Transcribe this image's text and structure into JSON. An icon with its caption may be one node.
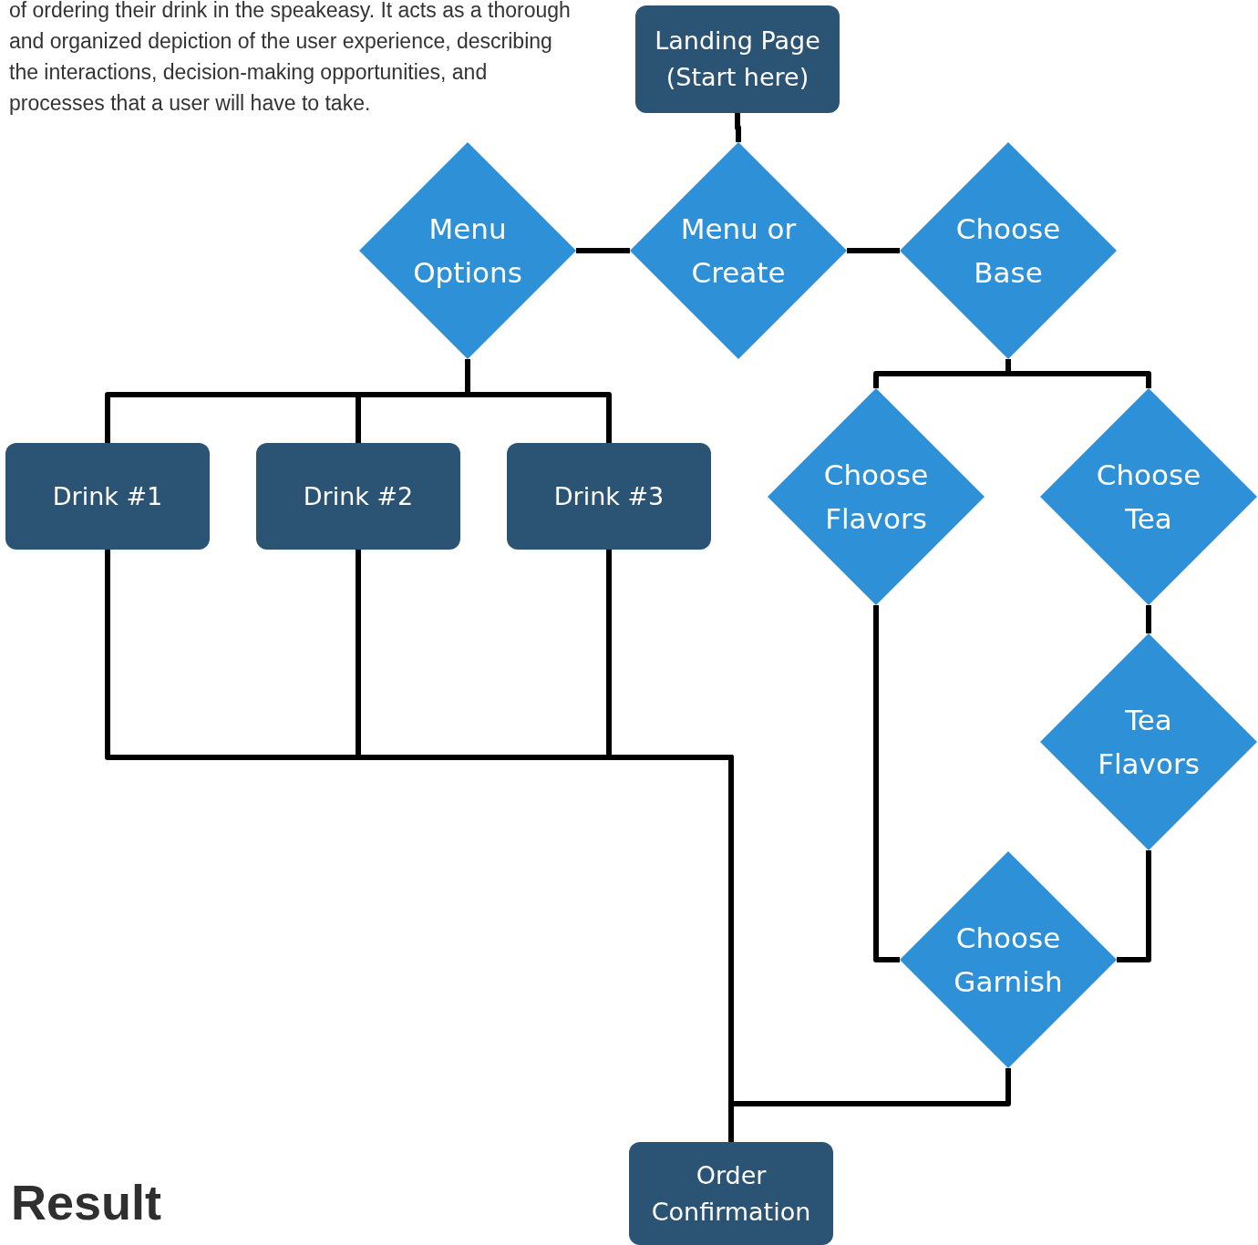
{
  "diagram": {
    "nodes": [
      {
        "text": [
          "Landing Page (Start here)"
        ]
      },
      {
        "text": [
          "Menu Options"
        ]
      },
      {
        "text": [
          "Menu or Create"
        ]
      },
      {
        "text": [
          "Choose Base"
        ]
      },
      {
        "text": [
          "Drink #1"
        ]
      },
      {
        "text": [
          "Drink #2"
        ]
      },
      {
        "text": [
          "Drink #3"
        ]
      },
      {
        "text": [
          "Choose Flavors"
        ]
      },
      {
        "text": [
          "Choose Tea"
        ]
      },
      {
        "text": [
          "Tea Flavors"
        ]
      },
      {
        "text": [
          "Choose Garnish"
        ]
      },
      {
        "text": [
          "Order Confirmation"
        ]
      }
    ],
    "edges": [
      {
        "from": 0,
        "to": 2,
        "arrow": "none"
      },
      {
        "from": 2,
        "to": 1,
        "arrow": "none"
      },
      {
        "from": 2,
        "to": 3,
        "arrow": "none"
      },
      {
        "from": 1,
        "to": 4,
        "arrow": "none"
      },
      {
        "from": 1,
        "to": 5,
        "arrow": "none"
      },
      {
        "from": 1,
        "to": 6,
        "arrow": "none"
      },
      {
        "from": 3,
        "to": 7,
        "arrow": "none"
      },
      {
        "from": 3,
        "to": 8,
        "arrow": "none"
      },
      {
        "from": 8,
        "to": 9,
        "arrow": "none"
      },
      {
        "from": 7,
        "to": 10,
        "arrow": "none"
      },
      {
        "from": 9,
        "to": 10,
        "arrow": "none"
      },
      {
        "from": 4,
        "to": 11,
        "arrow": "none"
      },
      {
        "from": 5,
        "to": 11,
        "arrow": "none"
      },
      {
        "from": 6,
        "to": 11,
        "arrow": "none"
      },
      {
        "from": 10,
        "to": 11,
        "arrow": "none"
      }
    ],
    "labels": [
      "of ordering their drink in the speakeasy. It acts as a thorough and organized depiction of the user experience, describing the interactions, decision-making opportunities, and processes that a user will have to take.",
      "Result"
    ]
  }
}
